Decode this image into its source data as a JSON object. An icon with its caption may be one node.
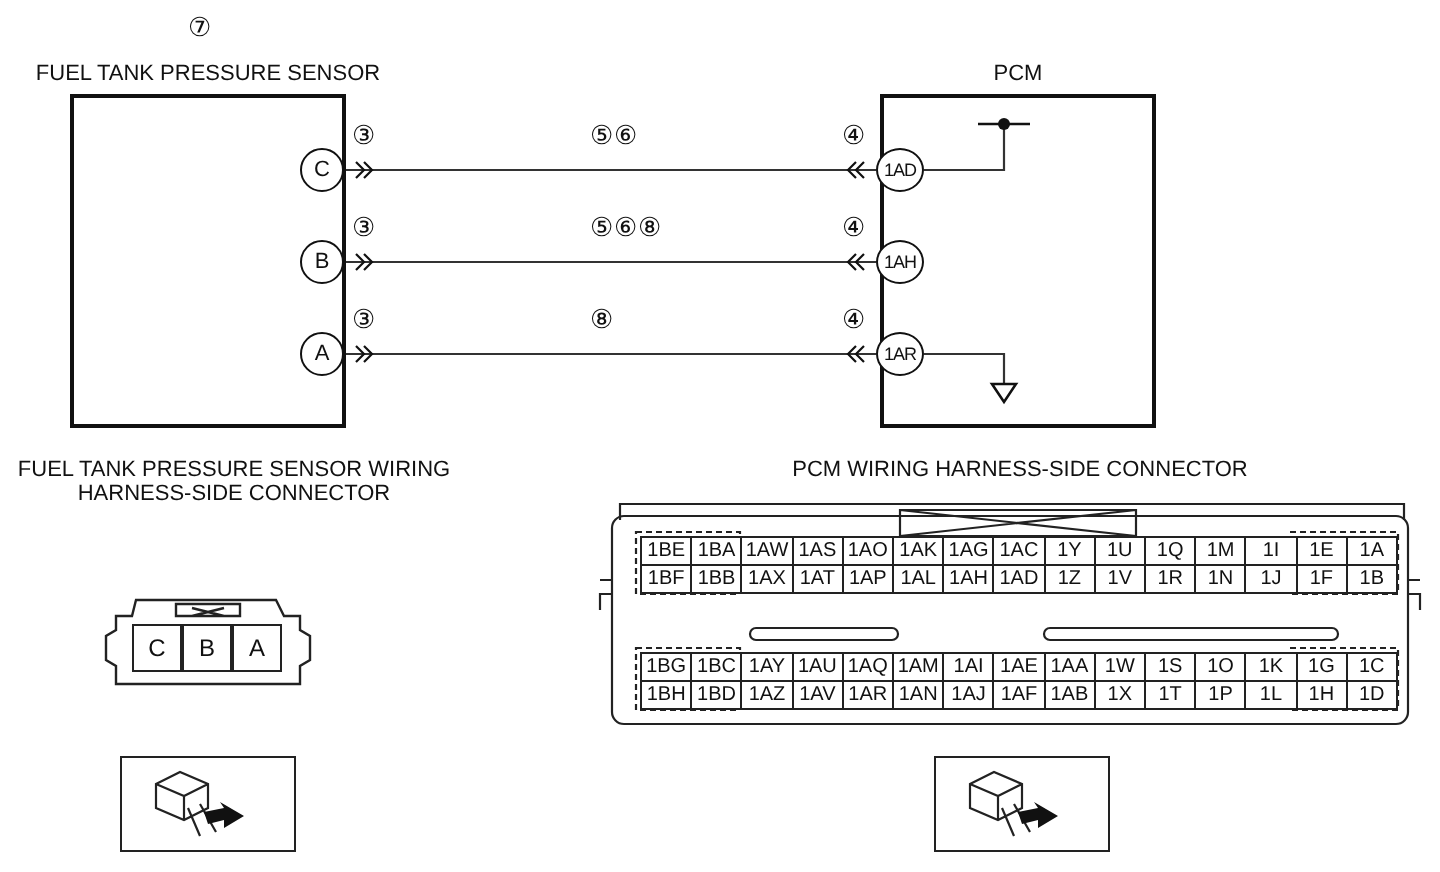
{
  "diagram": {
    "nodes": [
      {
        "text": [
          "FUEL TANK PRESSURE SENSOR"
        ],
        "beside": [
          "⑦"
        ]
      },
      {
        "text": [
          "C"
        ],
        "in": 0,
        "beside": [
          "③"
        ]
      },
      {
        "text": [
          "B"
        ],
        "in": 0,
        "beside": [
          "③"
        ]
      },
      {
        "text": [
          "A"
        ],
        "in": 0,
        "beside": [
          "③"
        ]
      },
      {
        "text": [
          "PCM"
        ]
      },
      {
        "text": [
          "1AD"
        ],
        "in": 4,
        "beside": [
          "④"
        ]
      },
      {
        "text": [
          "1AH"
        ],
        "in": 4,
        "beside": [
          "④"
        ]
      },
      {
        "text": [
          "1AR"
        ],
        "in": 4,
        "beside": [
          "④"
        ]
      },
      {
        "text": [],
        "shape": "dot",
        "in": 4
      },
      {
        "text": [],
        "shape": "triangle",
        "in": 4
      }
    ],
    "edges": [
      {
        "from": 1,
        "to": 5,
        "arrow": "none",
        "label": "⑤⑥"
      },
      {
        "from": 2,
        "to": 6,
        "arrow": "none",
        "label": "⑤⑥⑧"
      },
      {
        "from": 3,
        "to": 7,
        "arrow": "none",
        "label": "⑧"
      },
      {
        "from": 5,
        "to": 8,
        "arrow": "none"
      },
      {
        "from": 7,
        "to": 9,
        "arrow": "none"
      }
    ],
    "labels": [
      "FUEL TANK PRESSURE SENSOR WIRING HARNESS-SIDE CONNECTOR",
      "C",
      "B",
      "A",
      "PCM WIRING HARNESS-SIDE CONNECTOR",
      "1BE",
      "1BA",
      "1AW",
      "1AS",
      "1AO",
      "1AK",
      "1AG",
      "1AC",
      "1Y",
      "1U",
      "1Q",
      "1M",
      "1I",
      "1E",
      "1A",
      "1BF",
      "1BB",
      "1AX",
      "1AT",
      "1AP",
      "1AL",
      "1AH",
      "1AD",
      "1Z",
      "1V",
      "1R",
      "1N",
      "1J",
      "1F",
      "1B",
      "1BG",
      "1BC",
      "1AY",
      "1AU",
      "1AQ",
      "1AM",
      "1AI",
      "1AE",
      "1AA",
      "1W",
      "1S",
      "1O",
      "1K",
      "1G",
      "1C",
      "1BH",
      "1BD",
      "1AZ",
      "1AV",
      "1AR",
      "1AN",
      "1AJ",
      "1AF",
      "1AB",
      "1X",
      "1T",
      "1P",
      "1L",
      "1H",
      "1D"
    ]
  }
}
